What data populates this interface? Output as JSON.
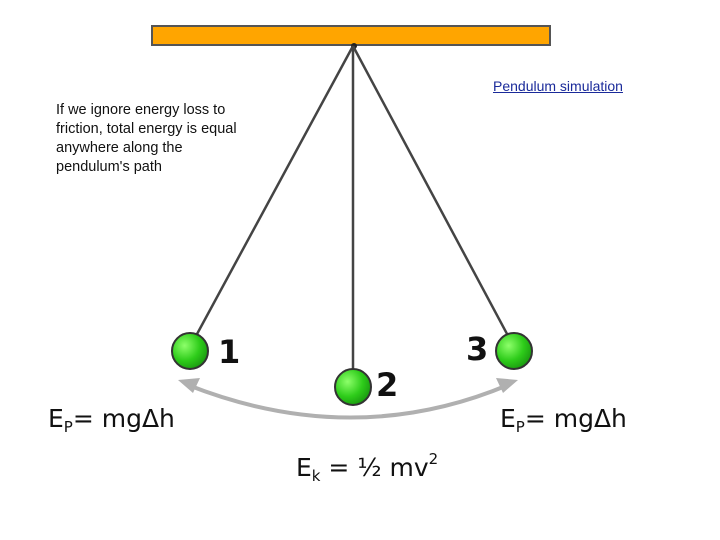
{
  "link": {
    "text": "Pendulum simulation"
  },
  "note": {
    "text": "If we ignore energy loss to friction, total energy is equal anywhere along the pendulum's path"
  },
  "labels": {
    "pos1": "1",
    "pos2": "2",
    "pos3": "3"
  },
  "equations": {
    "left": {
      "symbol": "E",
      "sub": "P",
      "rest": "= mgΔh"
    },
    "right": {
      "symbol": "E",
      "sub": "P",
      "rest": "= mgΔh"
    },
    "bottom": {
      "symbol": "E",
      "sub": "k",
      "rest": " = ½ mv",
      "sup": "2"
    }
  },
  "colors": {
    "bar": "#ffa500",
    "bob": "#2ecc1a",
    "string": "#444444",
    "arc": "#b0b0b0"
  }
}
